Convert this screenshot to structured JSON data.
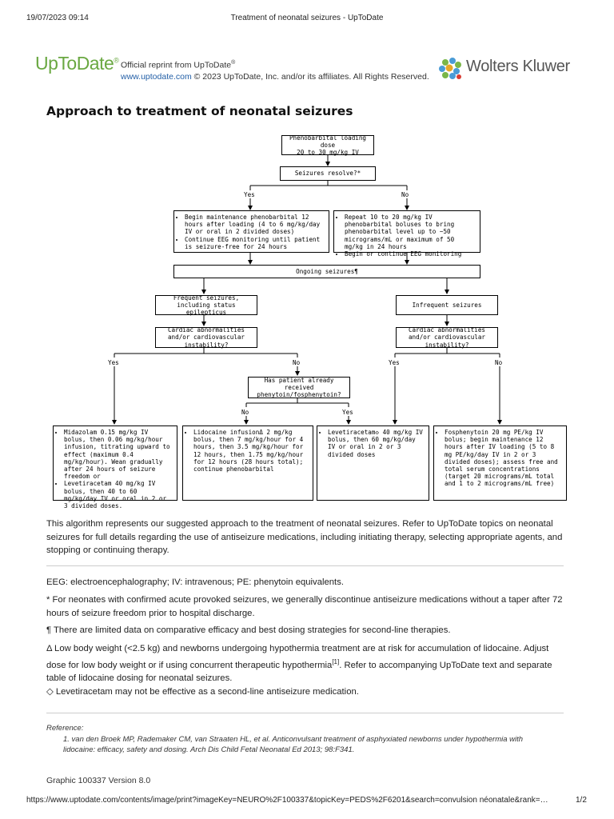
{
  "print_header": {
    "datetime": "19/07/2023 09:14",
    "page_title": "Treatment of neonatal seizures - UpToDate"
  },
  "header": {
    "logo_text": "UpToDate",
    "logo_reg": "®",
    "reprint_line1": "Official reprint from UpToDate",
    "reprint_reg": "®",
    "site_link": "www.uptodate.com",
    "copyright": " © 2023 UpToDate, Inc. and/or its affiliates. All Rights Reserved.",
    "publisher": "Wolters Kluwer",
    "brand_colors": {
      "uptodate_green": "#6aa842",
      "link_blue": "#2460a7"
    }
  },
  "graphic_title": "Approach to treatment of neonatal seizures",
  "flowchart": {
    "loading": [
      "Phenobarbital loading dose",
      "20 to 30 mg/kg IV"
    ],
    "resolve": "Seizures resolve?*",
    "yes": "Yes",
    "no": "No",
    "maint": [
      "Begin maintenance phenobarbital 12 hours after loading (4 to 6 mg/kg/day IV or oral in 2 divided doses)",
      "Continue EEG monitoring until patient is seizure-free for 24 hours"
    ],
    "repeat": [
      "Repeat 10 to 20 mg/kg IV phenobarbital boluses to bring phenobarbital level up to ~50 micrograms/mL or maximum of 50 mg/kg in 24 hours",
      "Begin or continue EEG monitoring"
    ],
    "ongoing": "Ongoing seizures¶",
    "frequent": "Frequent seizures, including status epilepticus",
    "infrequent": "Infrequent seizures",
    "cardiac": "Cardiac abnormalities and/or cardiovascular instability?",
    "pheny_q": "Has patient already received phenytoin/fosphenytoin?",
    "midaz": [
      "Midazolam 0.15 mg/kg IV bolus, then 0.06 mg/kg/hour infusion, titrating upward to effect (maximum 0.4 mg/kg/hour). Wean gradually after 24 hours of seizure freedom or",
      "Levetiracetam 40 mg/kg IV bolus, then 40 to 60 mg/kg/day IV or oral in 2 or 3 divided doses."
    ],
    "lido": [
      "Lidocaine infusionΔ 2 mg/kg bolus, then 7 mg/kg/hour for 4 hours, then 3.5 mg/kg/hour for 12 hours, then 1.75 mg/kg/hour for 12 hours (28 hours total); continue phenobarbital"
    ],
    "leve": [
      "Levetiracetam◇ 40 mg/kg IV bolus, then 60 mg/kg/day IV or oral in 2 or 3 divided doses"
    ],
    "fos": [
      "Fosphenytoin 20 mg PE/kg IV bolus; begin maintenance 12 hours after IV loading (5 to 8 mg PE/kg/day IV in 2 or 3 divided doses); assess free and total serum concentrations (target 20 micrograms/mL total and 1 to 2 micrograms/mL free)"
    ]
  },
  "description": "This algorithm represents our suggested approach to the treatment of neonatal seizures. Refer to UpToDate topics on neonatal seizures for full details regarding the use of antiseizure medications, including initiating therapy, selecting appropriate agents, and stopping or continuing therapy.",
  "footnotes": {
    "abbrev": "EEG: electroencephalography; IV: intravenous; PE: phenytoin equivalents.",
    "star": "* For neonates with confirmed acute provoked seizures, we generally discontinue antiseizure medications without a taper after 72 hours of seizure freedom prior to hospital discharge.",
    "para": "¶ There are limited data on comparative efficacy and best dosing strategies for second-line therapies.",
    "delta_a": "Δ Low body weight (<2.5 kg) and newborns undergoing hypothermia treatment are at risk for accumulation of lidocaine. Adjust dose for low body weight or if using concurrent therapeutic hypothermia",
    "delta_sup": "[1]",
    "delta_b": ". Refer to accompanying UpToDate text and separate table of lidocaine dosing for neonatal seizures.",
    "diamond": "◇ Levetiracetam may not be effective as a second-line antiseizure medication."
  },
  "reference": {
    "heading": "Reference:",
    "item": "1. van den Broek MP, Rademaker CM, van Straaten HL, et al. Anticonvulsant treatment of asphyxiated newborns under hypothermia with lidocaine: efficacy, safety and dosing. Arch Dis Child Fetal Neonatal Ed 2013; 98:F341."
  },
  "graphic_version": "Graphic 100337 Version 8.0",
  "print_footer": {
    "url": "https://www.uptodate.com/contents/image/print?imageKey=NEURO%2F100337&topicKey=PEDS%2F6201&search=convulsion néonatale&rank=…",
    "page": "1/2"
  }
}
